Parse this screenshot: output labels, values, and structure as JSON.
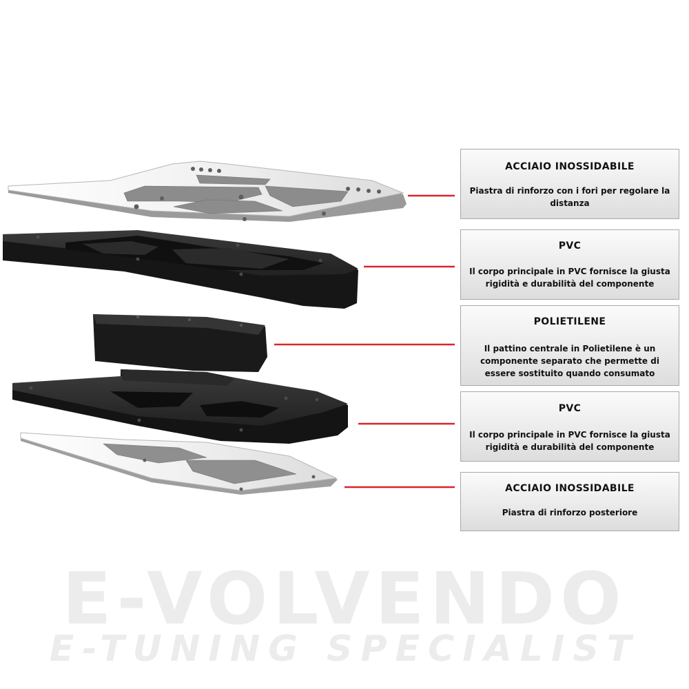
{
  "brand": {
    "logo_text": "E-VOLVENDO",
    "tagline": "E-TUNING SPECIALIST",
    "watermark_color": "#ececec"
  },
  "colors": {
    "connector_line": "#d9252a",
    "steel_light": "#e9e9e9",
    "steel_dark": "#8c8c8c",
    "plastic_dark": "#1f1f1f",
    "box_border": "#a8a8a8"
  },
  "components": [
    {
      "title": "ACCIAIO INOSSIDABILE",
      "description": "Piastra di rinforzo con i fori per regolare la distanza"
    },
    {
      "title": "PVC",
      "description": "Il corpo principale in PVC fornisce la giusta rigidità e durabilità del componente"
    },
    {
      "title": "POLIETILENE",
      "description": "Il pattino centrale in Polietilene è un componente separato che permette di essere sostituito quando consumato"
    },
    {
      "title": "PVC",
      "description": "Il corpo principale in PVC fornisce la giusta rigidità e durabilità del componente"
    },
    {
      "title": "ACCIAIO INOSSIDABILE",
      "description": "Piastra di rinforzo posteriore"
    }
  ]
}
